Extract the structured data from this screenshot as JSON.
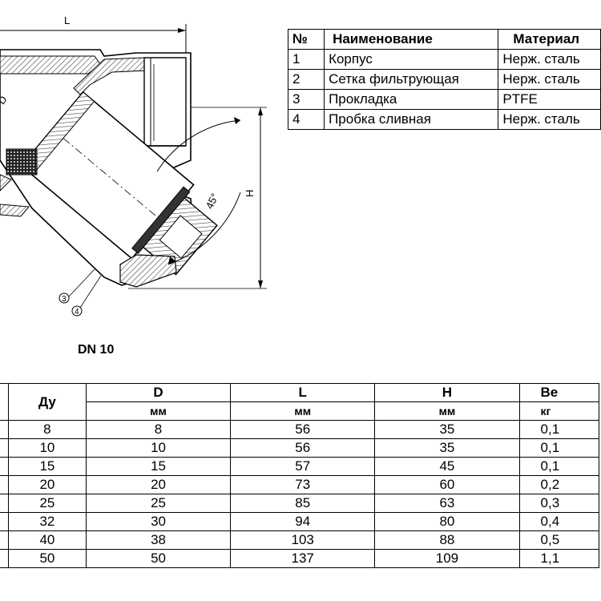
{
  "drawing": {
    "dim_L": "L",
    "dim_H": "H",
    "angle": "45°",
    "dim_D": "D",
    "callout_3": "3",
    "callout_4": "4"
  },
  "caption": "DN 10",
  "parts_table": {
    "headers": [
      "№",
      "Наименование",
      "Материал"
    ],
    "rows": [
      [
        "1",
        "Корпус",
        "Нерж. сталь"
      ],
      [
        "2",
        "Сетка фильтрующая",
        "Нерж. сталь"
      ],
      [
        "3",
        "Прокладка",
        "PTFE"
      ],
      [
        "4",
        "Пробка сливная",
        "Нерж. сталь"
      ]
    ]
  },
  "dims_table": {
    "headers": [
      "Ду",
      "D",
      "L",
      "H",
      "Ве"
    ],
    "units": [
      "мм",
      "мм",
      "мм",
      "кг"
    ],
    "rows": [
      [
        "8",
        "8",
        "56",
        "35",
        "0,1"
      ],
      [
        "10",
        "10",
        "56",
        "35",
        "0,1"
      ],
      [
        "15",
        "15",
        "57",
        "45",
        "0,1"
      ],
      [
        "20",
        "20",
        "73",
        "60",
        "0,2"
      ],
      [
        "25",
        "25",
        "85",
        "63",
        "0,3"
      ],
      [
        "32",
        "30",
        "94",
        "80",
        "0,4"
      ],
      [
        "40",
        "38",
        "103",
        "88",
        "0,5"
      ],
      [
        "50",
        "50",
        "137",
        "109",
        "1,1"
      ]
    ]
  }
}
